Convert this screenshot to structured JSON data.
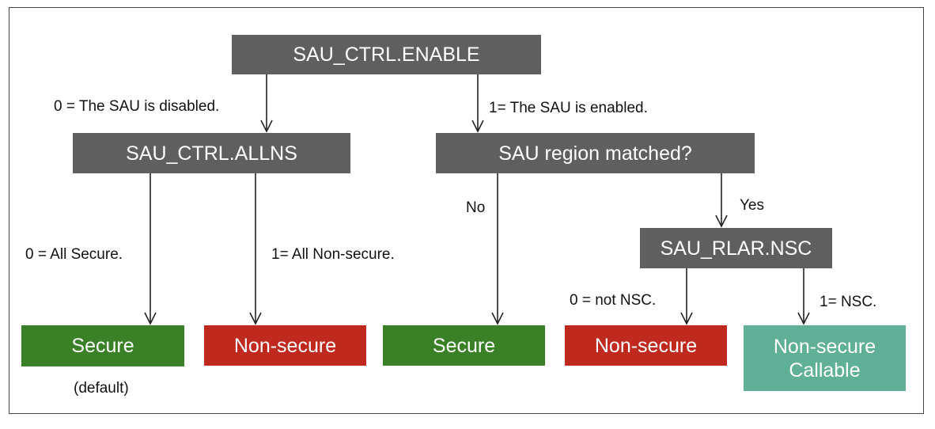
{
  "nodes": {
    "sau_ctrl_enable": "SAU_CTRL.ENABLE",
    "sau_ctrl_allns": "SAU_CTRL.ALLNS",
    "sau_region_matched": "SAU region matched?",
    "sau_rlar_nsc": "SAU_RLAR.NSC",
    "secure_default": "Secure",
    "nonsecure_allns": "Non-secure",
    "secure_nomatch": "Secure",
    "nonsecure_nsc0": "Non-secure",
    "nonsecure_callable": "Non-secure\nCallable"
  },
  "labels": {
    "sau_disabled": "0 = The SAU is disabled.",
    "sau_enabled": "1= The SAU is enabled.",
    "all_secure": "0 = All Secure.",
    "all_nonsecure": "1= All Non-secure.",
    "no": "No",
    "yes": "Yes",
    "not_nsc": "0 = not NSC.",
    "nsc": "1= NSC.",
    "default_note": "(default)"
  },
  "colors": {
    "decision": "#5f5f5f",
    "secure": "#3a8027",
    "nonsecure": "#c0291d",
    "callable": "#5fb097"
  }
}
